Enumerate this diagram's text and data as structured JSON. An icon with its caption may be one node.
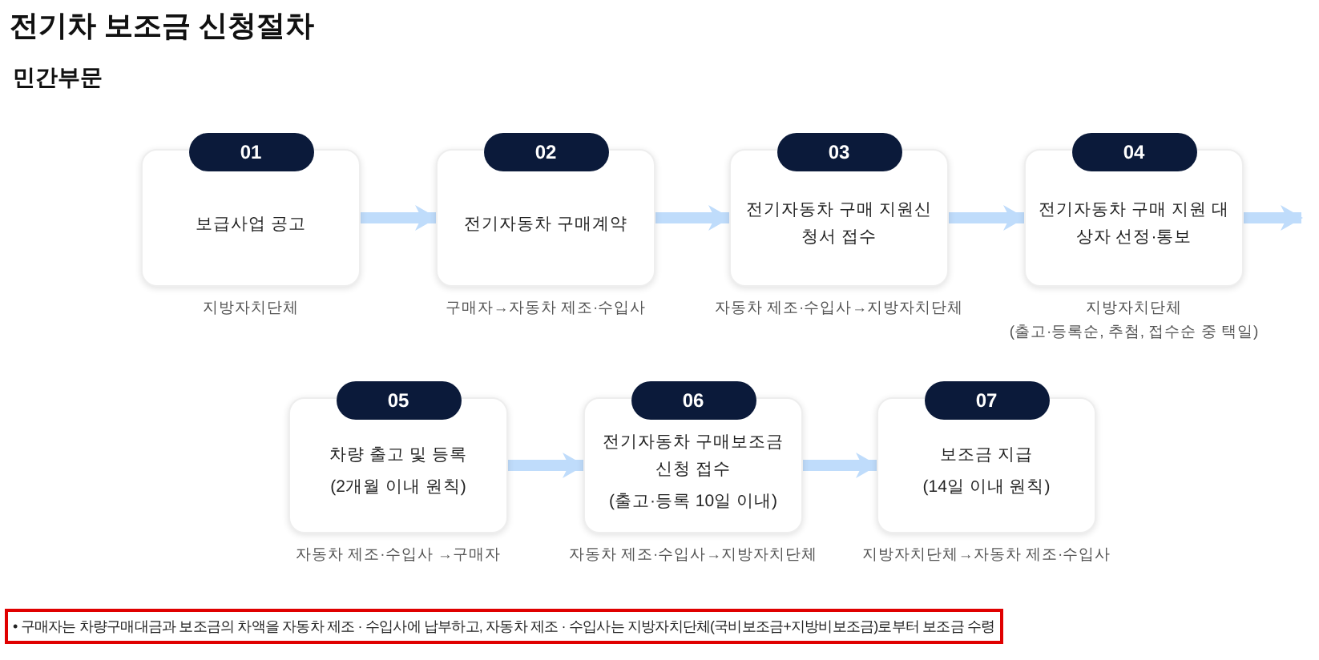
{
  "diagram": {
    "title": "전기차 보조금 신청절차",
    "nodes": [
      {
        "text": [
          "01",
          "보급사업 공고"
        ],
        "beside": [
          "지방자치단체"
        ]
      },
      {
        "text": [
          "02",
          "전기자동차 구매계약"
        ],
        "beside": [
          "구매자→자동차 제조·수입사"
        ]
      },
      {
        "text": [
          "03",
          "전기자동차 구매 지원신청서 접수"
        ],
        "beside": [
          "자동차 제조·수입사→지방자치단체"
        ]
      },
      {
        "text": [
          "04",
          "전기자동차 구매 지원 대상자 선정·통보"
        ],
        "beside": [
          "지방자치단체",
          "(출고·등록순, 추첨, 접수순 중 택일)"
        ]
      },
      {
        "text": [
          "05",
          "차량 출고 및 등록",
          "(2개월 이내 원칙)"
        ],
        "beside": [
          "자동차 제조·수입사 →구매자"
        ]
      },
      {
        "text": [
          "06",
          "전기자동차 구매보조금 신청 접수",
          "(출고·등록 10일 이내)"
        ],
        "beside": [
          "자동차 제조·수입사→지방자치단체"
        ]
      },
      {
        "text": [
          "07",
          "보조금 지급",
          "(14일 이내 원칙)"
        ],
        "beside": [
          "지방자치단체→자동차 제조·수입사"
        ]
      }
    ],
    "edges": [
      {
        "from": 0,
        "to": 1,
        "arrow": "to"
      },
      {
        "from": 1,
        "to": 2,
        "arrow": "to"
      },
      {
        "from": 2,
        "to": 3,
        "arrow": "to"
      },
      {
        "from": 3,
        "to": null,
        "arrow": "to"
      },
      {
        "from": 4,
        "to": 5,
        "arrow": "to"
      },
      {
        "from": 5,
        "to": 6,
        "arrow": "to"
      }
    ],
    "labels": [
      "민간부문",
      "• 구매자는 차량구매대금과 보조금의 차액을 자동차 제조 · 수입사에 납부하고, 자동차 제조 · 수입사는 지방자치단체(국비보조금+지방비보조금)로부터 보조금 수령"
    ]
  }
}
